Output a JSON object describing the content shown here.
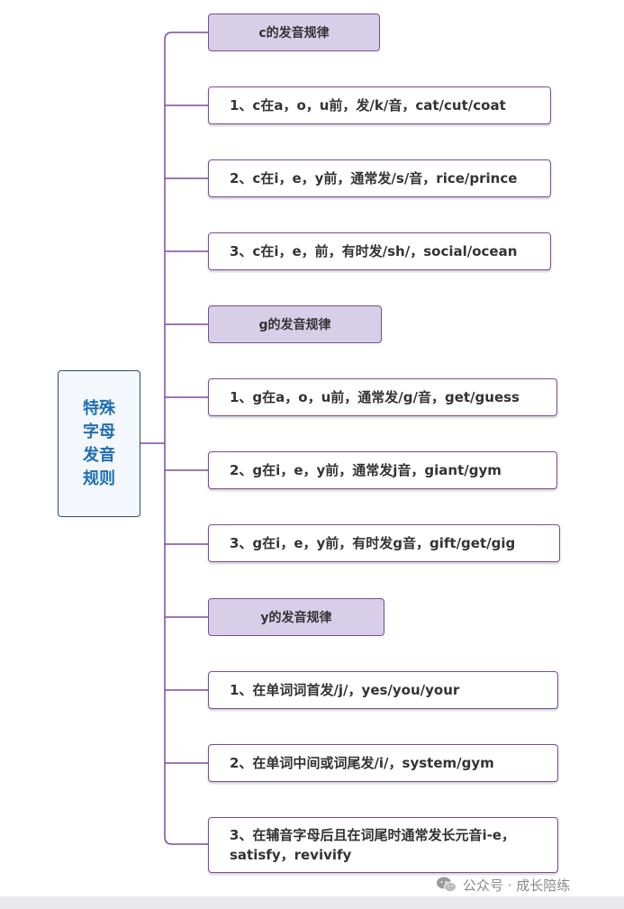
{
  "root": {
    "label": "特殊字母发音规则"
  },
  "groups": [
    {
      "heading": "c的发音规律",
      "items": [
        "1、c在a，o，u前，发/k/音，cat/cut/coat",
        "2、c在i，e，y前，通常发/s/音，rice/prince",
        "3、c在i，e，前，有时发/sh/，social/ocean"
      ]
    },
    {
      "heading": "g的发音规律",
      "items": [
        "1、g在a，o，u前，通常发/g/音，get/guess",
        "2、g在i，e，y前，通常发j音，giant/gym",
        "3、g在i，e，y前，有时发g音，gift/get/gig"
      ]
    },
    {
      "heading": "y的发音规律",
      "items": [
        "1、在单词词首发/j/，yes/you/your",
        "2、在单词中间或词尾发/i/，system/gym",
        "3、在辅音字母后且在词尾时通常发长元音i-e，satisfy，revivify"
      ]
    }
  ],
  "watermark": {
    "text": "公众号 · 成长陪练",
    "icon": "wechat-icon"
  },
  "colors": {
    "connector": "#7b4a9b",
    "heading_fill": "#d7cfe8",
    "root_text": "#1f6fb2",
    "root_border": "#2e4a73"
  }
}
